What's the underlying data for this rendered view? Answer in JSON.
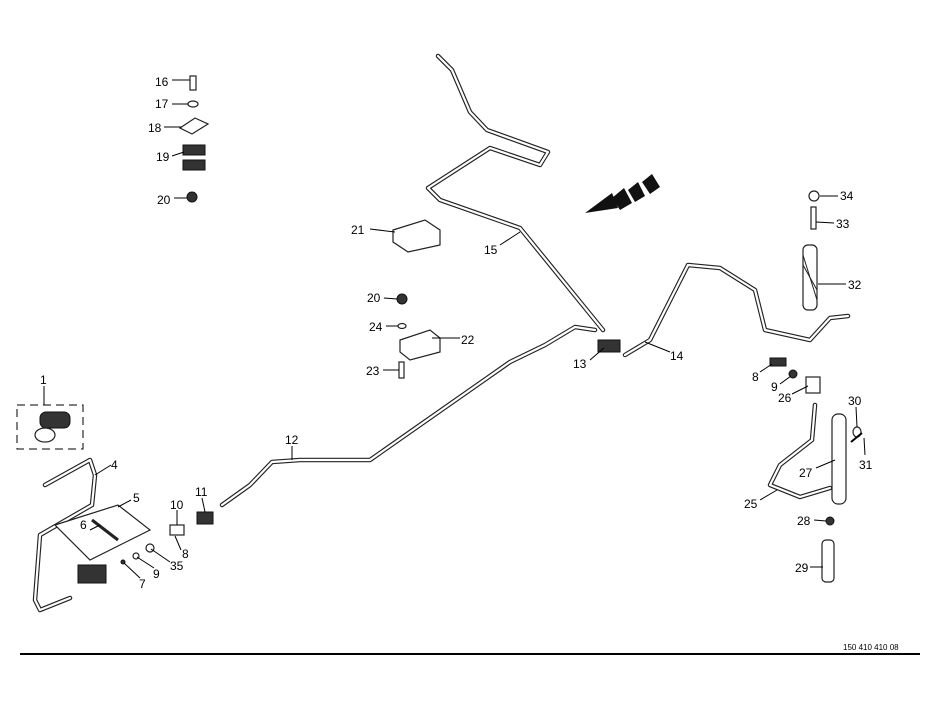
{
  "drawing_number": "150 410 410 08",
  "callouts": [
    "1",
    "4",
    "5",
    "6",
    "7",
    "9",
    "35",
    "8",
    "10",
    "11",
    "12",
    "13",
    "14",
    "15",
    "16",
    "17",
    "18",
    "19",
    "20",
    "21",
    "20",
    "24",
    "22",
    "23",
    "8",
    "9",
    "26",
    "30",
    "31",
    "27",
    "25",
    "28",
    "29",
    "32",
    "33",
    "34"
  ]
}
